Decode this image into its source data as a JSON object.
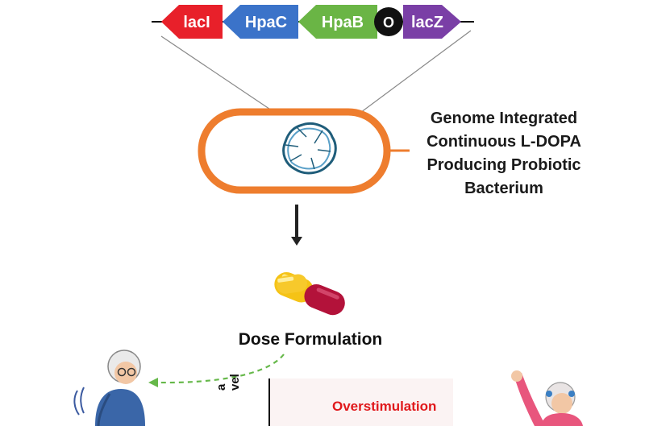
{
  "operon": {
    "genes": [
      {
        "label": "lacI",
        "color": "#e8202a",
        "direction": "left"
      },
      {
        "label": "HpaC",
        "color": "#3b73c9",
        "direction": "left"
      },
      {
        "label": "HpaB",
        "color": "#6ab545",
        "direction": "left"
      },
      {
        "label": "O",
        "color": "#111111",
        "direction": "none"
      },
      {
        "label": "lacZ",
        "color": "#7a3fa6",
        "direction": "right"
      }
    ]
  },
  "caption": {
    "line1": "Genome Integrated",
    "line2": "Continuous L-DOPA",
    "line3": "Producing Probiotic",
    "line4": "Bacterium"
  },
  "dose": {
    "label": "Dose Formulation"
  },
  "chart": {
    "zone_label": "Overstimulation",
    "yaxis_line1": "a",
    "yaxis_line2": "vel"
  },
  "colors": {
    "bacterium": "#ee7d2e",
    "dna": "#1f5d7a",
    "dna_accent": "#5aa0c8",
    "dashed_arrow": "#66b84a",
    "capsule_yellow": "#f5c316",
    "capsule_red": "#b3123a"
  }
}
